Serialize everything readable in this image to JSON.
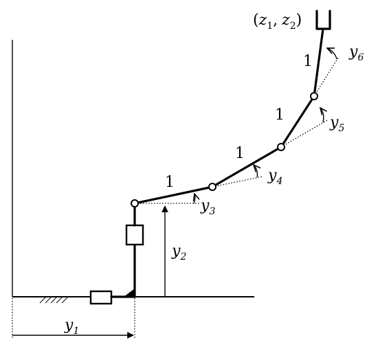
{
  "links": {
    "link1_length": "1",
    "link2_length": "1",
    "link3_length": "1",
    "link4_length": "1"
  },
  "variables": {
    "y1": {
      "base": "y",
      "sub": "1"
    },
    "y2": {
      "base": "y",
      "sub": "2"
    },
    "y3": {
      "base": "y",
      "sub": "3"
    },
    "y4": {
      "base": "y",
      "sub": "4"
    },
    "y5": {
      "base": "y",
      "sub": "5"
    },
    "y6": {
      "base": "y",
      "sub": "6"
    }
  },
  "end_effector": {
    "open": "(",
    "z1_base": "z",
    "z1_sub": "1",
    "comma": ",",
    "z2_base": "z",
    "z2_sub": "2",
    "close": ")"
  }
}
